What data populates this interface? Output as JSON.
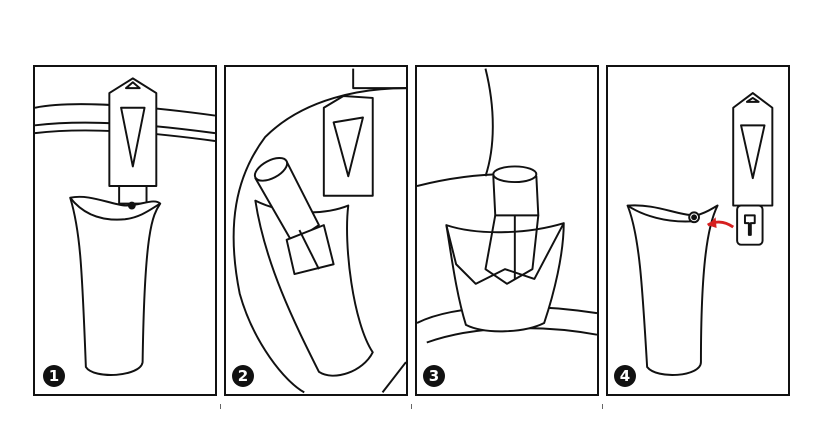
{
  "steps": [
    {
      "number": "1"
    },
    {
      "number": "2"
    },
    {
      "number": "3"
    },
    {
      "number": "4"
    }
  ],
  "colors": {
    "line": "#111111",
    "arrow": "#d62020",
    "background": "#ffffff"
  }
}
